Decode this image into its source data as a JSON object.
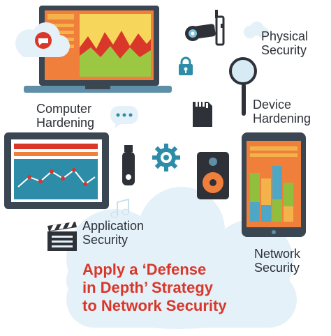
{
  "labels": {
    "physical": [
      "Physical",
      "Security"
    ],
    "device": [
      "Device",
      "Hardening"
    ],
    "computer": [
      "Computer",
      "Hardening"
    ],
    "application": [
      "Application",
      "Security"
    ],
    "network": [
      "Network",
      "Security"
    ]
  },
  "headline": [
    "Apply a ‘Defense",
    "in Depth’ Strategy",
    "to Network Security"
  ],
  "colors": {
    "accent": "#d9372a",
    "orange": "#f07f3c",
    "teal": "#2d8ca8",
    "cloud": "#e4f1f8",
    "dark": "#2e3138"
  },
  "icons": [
    "laptop-icon",
    "cloud-chat-icon",
    "security-camera-icon",
    "padlock-icon",
    "magnifier-icon",
    "sd-card-icon",
    "speech-bubble-icon",
    "tablet-icon",
    "usb-drive-icon",
    "gear-icon",
    "speaker-icon",
    "phone-icon",
    "music-notes-icon",
    "clapperboard-icon"
  ]
}
